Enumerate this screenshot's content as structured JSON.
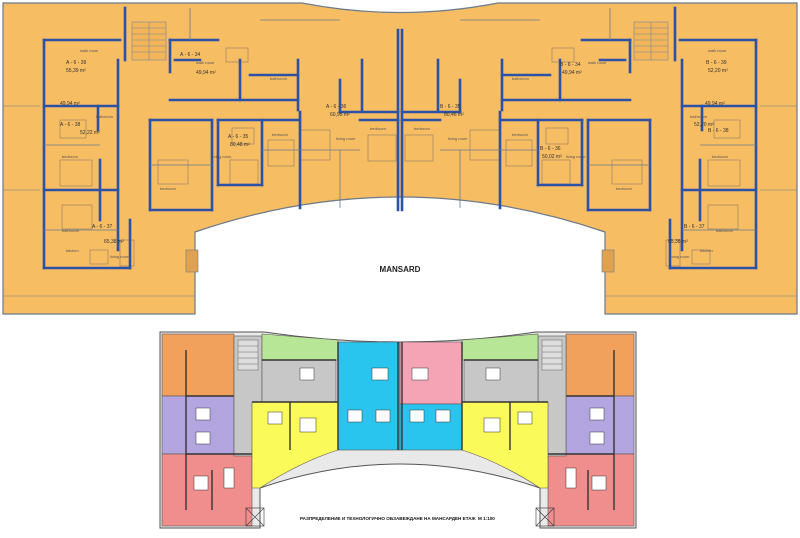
{
  "top_plan": {
    "mansard_label": "MANSARD",
    "unit_labels": {
      "a39": "A - 6 - 39",
      "a39_area": "55,39 m²",
      "a38": "A - 6 - 38",
      "a38_area": "52,22 m²",
      "a37": "A - 6 - 37",
      "a37_area": "65,38 m²",
      "a34": "A - 6 - 34",
      "a34_area": "49,94 m²",
      "a36": "A - 6 - 36",
      "a36_area": "60,95 m²",
      "a35": "A - 6 - 35",
      "a35_area": "80,48 m²",
      "b35": "B - 6 - 35",
      "b35_area": "80,46 m²",
      "b36": "B - 6 - 36",
      "b36_area": "50,02 m²",
      "b34": "B - 6 - 34",
      "b34_area": "49,94 m²",
      "b39": "B - 6 - 39",
      "b39_area": "52,20 m²",
      "b38": "B - 6 - 38",
      "b38_area": "52,20 m²",
      "b37": "B - 6 - 37",
      "b37_area": "65,38 m²",
      "corr_left_area": "49,94 m²",
      "corr_right_area": "49,94 m²"
    },
    "room_labels": {
      "walk_in": "walk room",
      "bedroom": "bedroom",
      "bathroom": "bathroom",
      "kitchen": "kitchen",
      "living_room": "living room"
    }
  },
  "bottom_plan": {
    "caption_title": "РАЗПРЕДЕЛЕНИЕ И ТЕХНОЛОГИЧНО ОБЗАВЕЖДАНЕ НА МАНСАРДЕН ЕТАЖ",
    "caption_scale": "М 1:100"
  },
  "colors": {
    "floor": "#f7bd63",
    "wall": "#2c52a8",
    "outline": "#7a8899",
    "bottom_orange": "#f2a15c",
    "bottom_green": "#b7e796",
    "bottom_cyan": "#29c5ef",
    "bottom_pink": "#f4a4b4",
    "bottom_violet": "#b3a6e0",
    "bottom_yellow": "#fafa5a",
    "bottom_grey": "#c7c7c7",
    "bottom_salmon": "#f08d8d"
  }
}
